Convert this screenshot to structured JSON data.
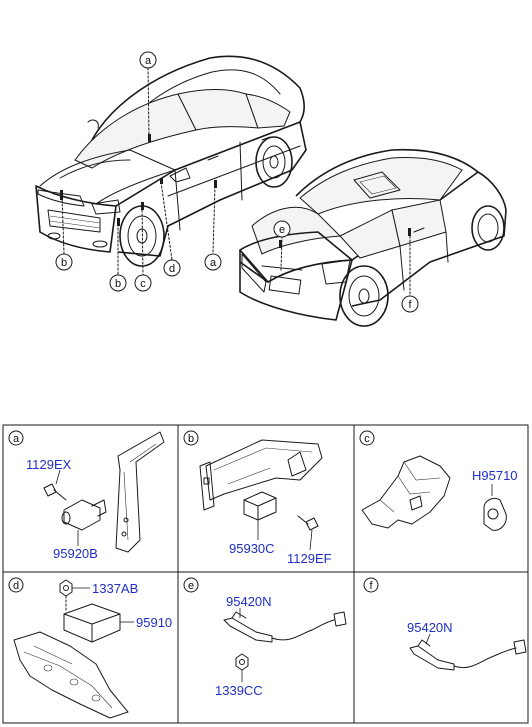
{
  "callouts": {
    "a": "a",
    "b": "b",
    "c": "c",
    "d": "d",
    "e": "e",
    "f": "f"
  },
  "panels": [
    {
      "letter": "a",
      "parts": [
        "1129EX",
        "95920B"
      ]
    },
    {
      "letter": "b",
      "parts": [
        "95930C",
        "1129EF"
      ]
    },
    {
      "letter": "c",
      "parts": [
        "H95710"
      ]
    },
    {
      "letter": "d",
      "parts": [
        "1337AB",
        "95910"
      ]
    },
    {
      "letter": "e",
      "parts": [
        "95420N",
        "1339CC"
      ]
    },
    {
      "letter": "f",
      "parts": [
        "95420N"
      ]
    }
  ],
  "colors": {
    "part_number": "#1f2fc8",
    "line": "#1a1a1a"
  }
}
